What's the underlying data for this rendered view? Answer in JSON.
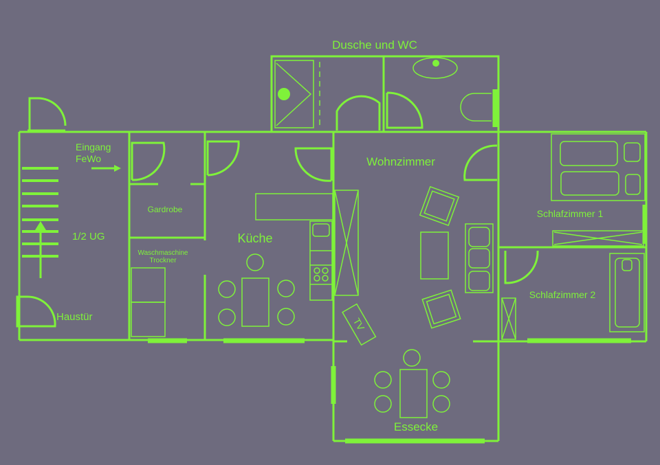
{
  "colors": {
    "background": "#6e6b7e",
    "lines": "#7ff23a"
  },
  "rooms": {
    "bathroom": "Dusche und WC",
    "entrance_line1": "Eingang",
    "entrance_line2": "FeWo",
    "hall": "1/2 UG",
    "wardrobe": "Gardrobe",
    "kitchen": "Küche",
    "laundry_line1": "Waschmaschine",
    "laundry_line2": "Trockner",
    "front_door": "Haustür",
    "living_room": "Wohnzimmer",
    "bedroom1": "Schlafzimmer 1",
    "bedroom2": "Schlafzimmer 2",
    "tv": "TV",
    "dining": "Essecke"
  }
}
